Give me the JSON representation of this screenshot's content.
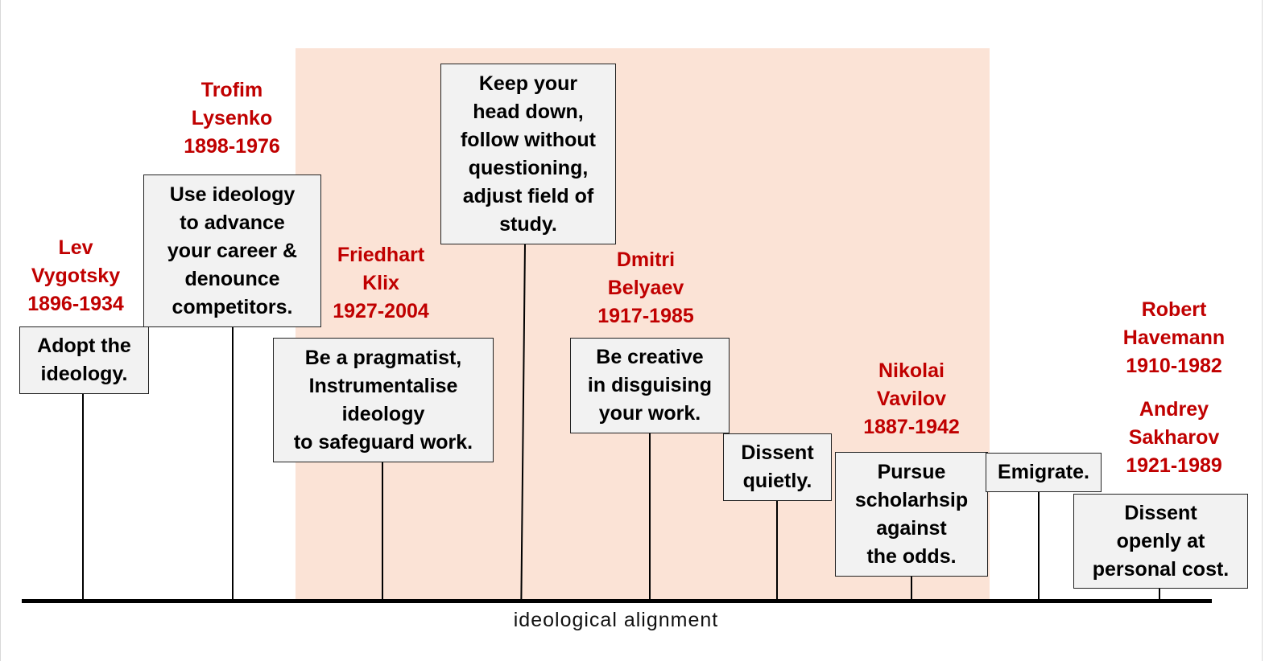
{
  "axis": {
    "label": "ideological  alignment"
  },
  "colors": {
    "person_name": "#c00000",
    "shaded_region": "#fbe3d6",
    "box_fill": "#f2f2f2"
  },
  "strategies": [
    {
      "id": "adopt",
      "text": "Adopt the\nideology."
    },
    {
      "id": "use",
      "text": "Use ideology\nto advance\nyour career &\ndenounce\ncompetitors."
    },
    {
      "id": "pragmatist",
      "text": "Be a pragmatist,\nInstrumentalise\nideology\nto safeguard work."
    },
    {
      "id": "headdown",
      "text": "Keep your\nhead down,\nfollow without\nquestioning,\nadjust field of\nstudy."
    },
    {
      "id": "creative",
      "text": "Be creative\nin disguising\nyour work."
    },
    {
      "id": "quiet",
      "text": "Dissent\nquietly."
    },
    {
      "id": "scholarship",
      "text": "Pursue\nscholarhsip\nagainst\nthe odds."
    },
    {
      "id": "emigrate",
      "text": "Emigrate."
    },
    {
      "id": "openly",
      "text": "Dissent\nopenly at\npersonal cost."
    }
  ],
  "people": [
    {
      "id": "vygotsky",
      "text": "Lev\nVygotsky\n1896-1934"
    },
    {
      "id": "lysenko",
      "text": "Trofim\nLysenko\n1898-1976"
    },
    {
      "id": "klix",
      "text": "Friedhart\nKlix\n1927-2004"
    },
    {
      "id": "belyaev",
      "text": "Dmitri\nBelyaev\n1917-1985"
    },
    {
      "id": "vavilov",
      "text": "Nikolai\nVavilov\n1887-1942"
    },
    {
      "id": "havemann",
      "text": "Robert\nHavemann\n1910-1982"
    },
    {
      "id": "sakharov",
      "text": "Andrey\nSakharov\n1921-1989"
    }
  ]
}
